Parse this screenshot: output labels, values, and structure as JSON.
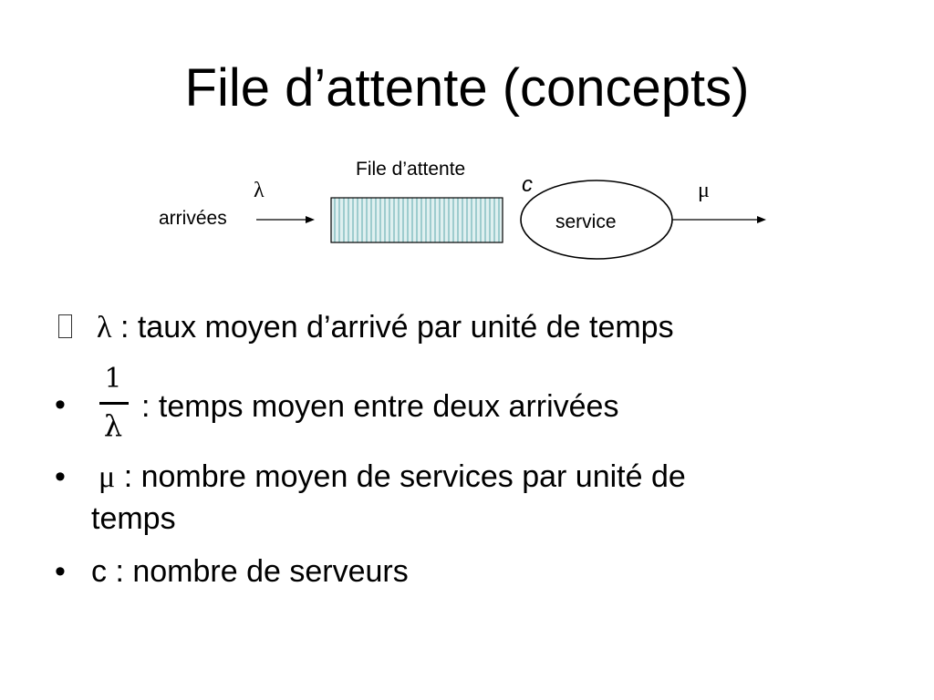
{
  "title": "File d’attente (concepts)",
  "diagram": {
    "queue_label": "File d’attente",
    "arrivals_label": "arrivées",
    "arrival_rate_symbol": "λ",
    "servers_symbol": "c",
    "service_label": "service",
    "service_rate_symbol": "μ",
    "queue_fill_color": "#dff0f0",
    "queue_line_color": "#7ab8bc"
  },
  "bullets": {
    "b1": {
      "marker_icon": "missing-glyph-box",
      "symbol": "λ",
      "text": ": taux moyen d’arrivé par unité de temps"
    },
    "b2": {
      "marker": "•",
      "numerator": "1",
      "denominator": "λ",
      "text": ": temps moyen entre deux arrivées"
    },
    "b3": {
      "marker": "•",
      "symbol": "μ",
      "text": ": nombre moyen de services par unité de",
      "text_cont": "temps"
    },
    "b4": {
      "marker": "•",
      "text": "c : nombre de serveurs"
    }
  }
}
